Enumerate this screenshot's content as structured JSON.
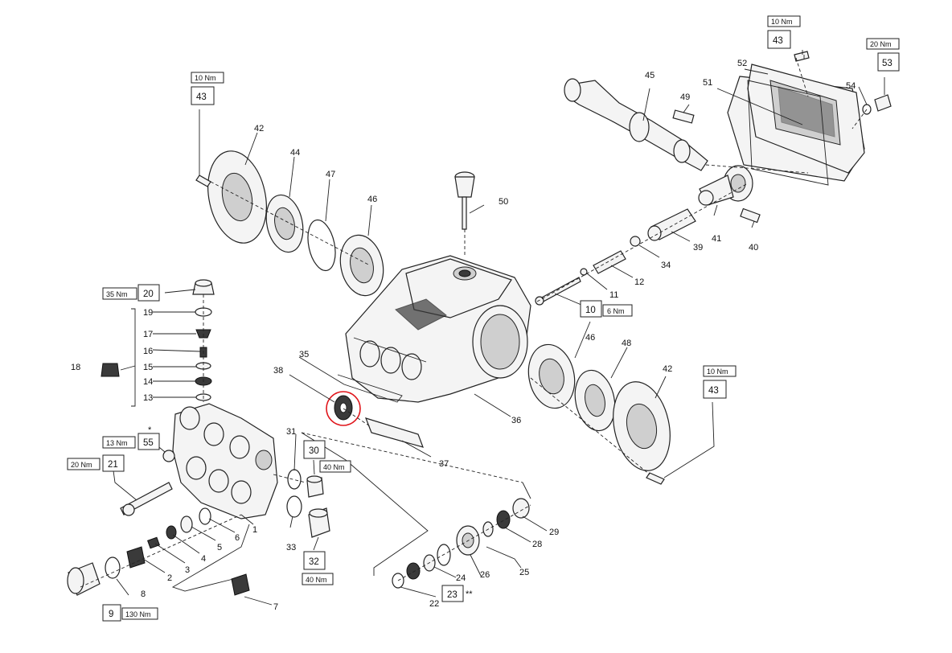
{
  "labels": {
    "p1": "1",
    "p2": "2",
    "p3": "3",
    "p4": "4",
    "p5": "5",
    "p6": "6",
    "p7": "7",
    "p8": "8",
    "p9": "9",
    "p10": "10",
    "p11": "11",
    "p12": "12",
    "p13": "13",
    "p14": "14",
    "p15": "15",
    "p16": "16",
    "p17": "17",
    "p18": "18",
    "p19": "19",
    "p20": "20",
    "p21": "21",
    "p22": "22",
    "p23": "23",
    "p24": "24",
    "p25": "25",
    "p26": "26",
    "p28": "28",
    "p29": "29",
    "p30": "30",
    "p31": "31",
    "p32": "32",
    "p33": "33",
    "p34": "34",
    "p35": "35",
    "p36": "36",
    "p37": "37",
    "p38": "38",
    "p39": "39",
    "p40": "40",
    "p41": "41",
    "p42a": "42",
    "p42b": "42",
    "p43a": "43",
    "p43b": "43",
    "p43c": "43",
    "p44": "44",
    "p45": "45",
    "p46a": "46",
    "p46b": "46",
    "p47": "47",
    "p48": "48",
    "p49": "49",
    "p50": "50",
    "p51": "51",
    "p52": "52",
    "p53": "53",
    "p54": "54",
    "p55": "55",
    "star55": "*",
    "star23": "**"
  },
  "torques": {
    "t43a": "10 Nm",
    "t43b": "10 Nm",
    "t43c": "10 Nm",
    "t53": "20 Nm",
    "t20": "35 Nm",
    "t10": "6 Nm",
    "t55": "13 Nm",
    "t21": "20 Nm",
    "t30": "40 Nm",
    "t32": "40 Nm",
    "t9": "130 Nm"
  },
  "highlight_color": "#e0151b"
}
